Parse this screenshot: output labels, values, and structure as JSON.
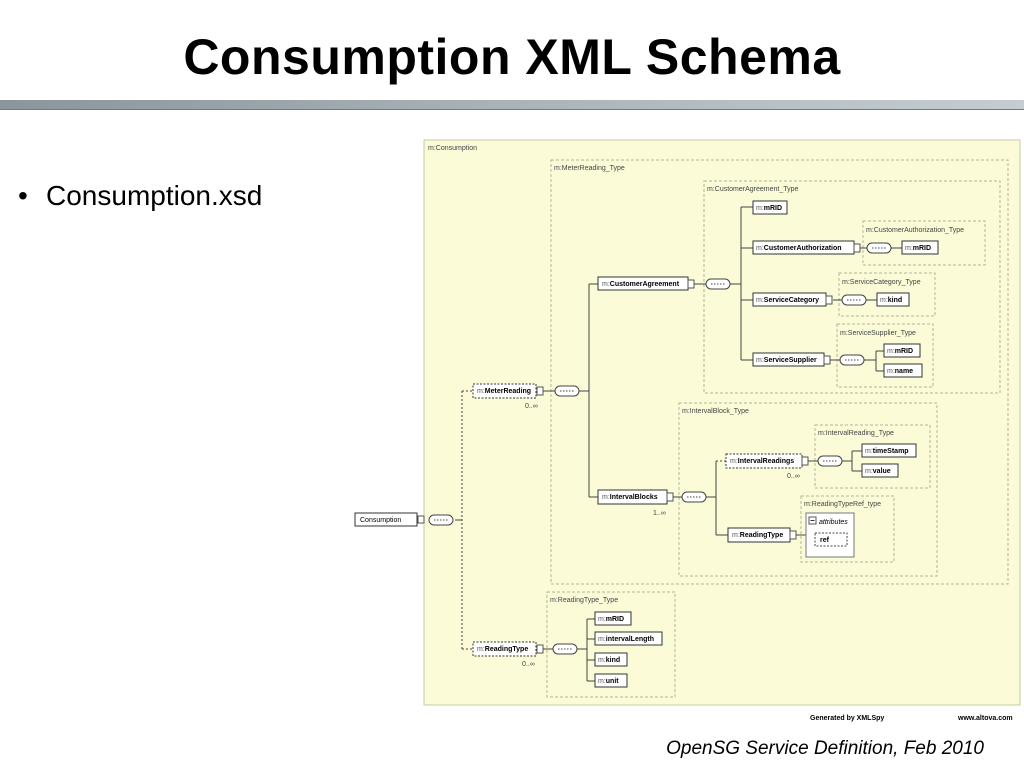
{
  "slide": {
    "title": "Consumption XML Schema",
    "bullets": [
      "Consumption.xsd"
    ],
    "footer": "OpenSG Service Definition, Feb 2010"
  },
  "diagram": {
    "prefix": "m:",
    "root_element": "Consumption",
    "outer_type": "m:Consumption",
    "generated_by": "Generated by XMLSpy",
    "website": "www.altova.com",
    "types": {
      "meter_reading_type": "m:MeterReading_Type",
      "customer_agreement_type": "m:CustomerAgreement_Type",
      "customer_authorization_type": "m:CustomerAuthorization_Type",
      "service_category_type": "m:ServiceCategory_Type",
      "service_supplier_type": "m:ServiceSupplier_Type",
      "interval_block_type": "m:IntervalBlock_Type",
      "interval_reading_type": "m:IntervalReading_Type",
      "reading_type_ref_type": "m:ReadingTypeRef_type",
      "reading_type_type": "m:ReadingType_Type"
    },
    "elements": {
      "meter_reading": "MeterReading",
      "customer_agreement": "CustomerAgreement",
      "mrid": "mRID",
      "customer_authorization": "CustomerAuthorization",
      "service_category": "ServiceCategory",
      "kind": "kind",
      "service_supplier": "ServiceSupplier",
      "name": "name",
      "interval_blocks": "IntervalBlocks",
      "interval_readings": "IntervalReadings",
      "time_stamp": "timeStamp",
      "value": "value",
      "reading_type": "ReadingType",
      "attributes": "attributes",
      "ref": "ref",
      "interval_length": "intervalLength",
      "unit": "unit"
    },
    "cardinality": {
      "zero_many": "0..∞",
      "one_many": "1..∞"
    },
    "colors": {
      "panel_background": "#fbfbd8",
      "panel_border": "#c9c9a0",
      "dash_border": "#b5b59a",
      "box_fill": "#ffffff",
      "connector": "#444444"
    }
  }
}
